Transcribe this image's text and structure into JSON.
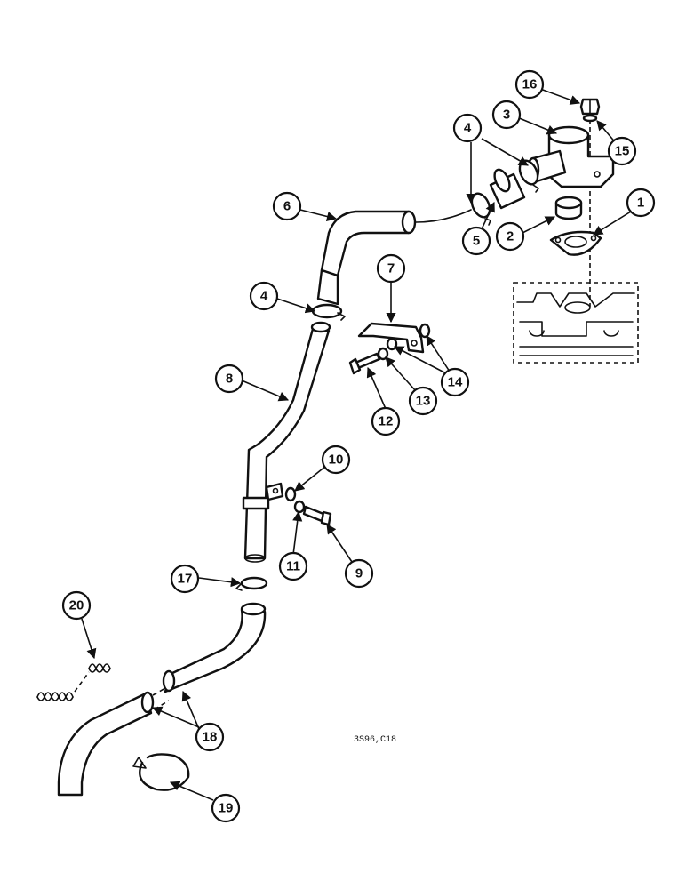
{
  "diagram": {
    "reference_code": "3S96,C18",
    "callouts": [
      {
        "id": "c1",
        "label": "1"
      },
      {
        "id": "c2",
        "label": "2"
      },
      {
        "id": "c3",
        "label": "3"
      },
      {
        "id": "c4a",
        "label": "4"
      },
      {
        "id": "c4b",
        "label": "4"
      },
      {
        "id": "c5",
        "label": "5"
      },
      {
        "id": "c6",
        "label": "6"
      },
      {
        "id": "c7",
        "label": "7"
      },
      {
        "id": "c8",
        "label": "8"
      },
      {
        "id": "c9",
        "label": "9"
      },
      {
        "id": "c10",
        "label": "10"
      },
      {
        "id": "c11",
        "label": "11"
      },
      {
        "id": "c12",
        "label": "12"
      },
      {
        "id": "c13",
        "label": "13"
      },
      {
        "id": "c14",
        "label": "14"
      },
      {
        "id": "c15",
        "label": "15"
      },
      {
        "id": "c16",
        "label": "16"
      },
      {
        "id": "c17",
        "label": "17"
      },
      {
        "id": "c18",
        "label": "18"
      },
      {
        "id": "c19",
        "label": "19"
      },
      {
        "id": "c20",
        "label": "20"
      }
    ]
  }
}
